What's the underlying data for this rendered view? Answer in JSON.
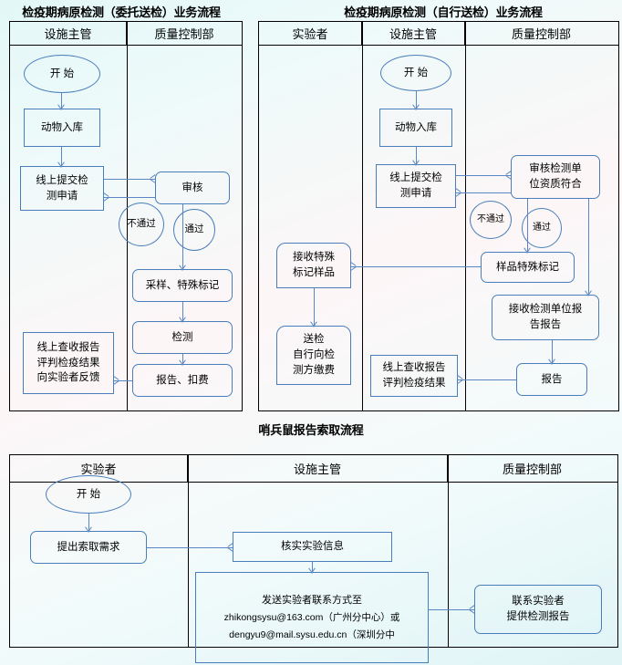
{
  "page": {
    "background_color": "#eaf7f7",
    "line_color": "#5a87c4",
    "node_border_color": "#4a7ebb",
    "table_border_color": "#000000"
  },
  "charts": [
    {
      "id": "quarantine-entrusted",
      "title": "检疫期病原检测（委托送检）业务流程",
      "lanes": [
        {
          "label": "设施主管"
        },
        {
          "label": "质量控制部"
        }
      ],
      "nodes": [
        {
          "id": "l-start",
          "label": "开 始",
          "shape": "ellipse",
          "lane": "设施主管"
        },
        {
          "id": "l-intake",
          "label": "动物入库",
          "shape": "rect",
          "lane": "设施主管"
        },
        {
          "id": "l-submit",
          "label": "线上提交检\n测申请",
          "shape": "rect",
          "lane": "设施主管"
        },
        {
          "id": "l-review",
          "label": "审核",
          "shape": "round",
          "lane": "质量控制部"
        },
        {
          "id": "l-fail",
          "label": "不通过",
          "shape": "ellipse",
          "lane": "质量控制部"
        },
        {
          "id": "l-pass",
          "label": "通过",
          "shape": "ellipse",
          "lane": "质量控制部"
        },
        {
          "id": "l-sample",
          "label": "采样、特殊标记",
          "shape": "round",
          "lane": "质量控制部"
        },
        {
          "id": "l-test",
          "label": "检测",
          "shape": "round",
          "lane": "质量控制部"
        },
        {
          "id": "l-reportfee",
          "label": "报告、扣费",
          "shape": "round",
          "lane": "质量控制部"
        },
        {
          "id": "l-receive",
          "label": "线上查收报告\n评判检疫结果\n向实验者反馈",
          "shape": "rect",
          "lane": "设施主管"
        }
      ]
    },
    {
      "id": "quarantine-self",
      "title": "检疫期病原检测（自行送检）业务流程",
      "lanes": [
        {
          "label": "实验者"
        },
        {
          "label": "设施主管"
        },
        {
          "label": "质量控制部"
        }
      ],
      "nodes": [
        {
          "id": "r-start",
          "label": "开 始",
          "shape": "ellipse",
          "lane": "设施主管"
        },
        {
          "id": "r-intake",
          "label": "动物入库",
          "shape": "rect",
          "lane": "设施主管"
        },
        {
          "id": "r-submit",
          "label": "线上提交检\n测申请",
          "shape": "rect",
          "lane": "设施主管"
        },
        {
          "id": "r-review",
          "label": "审核检测单\n位资质符合",
          "shape": "round",
          "lane": "质量控制部"
        },
        {
          "id": "r-fail",
          "label": "不通过",
          "shape": "ellipse",
          "lane": "质量控制部"
        },
        {
          "id": "r-pass",
          "label": "通过",
          "shape": "ellipse",
          "lane": "质量控制部"
        },
        {
          "id": "r-mark",
          "label": "样品特殊标记",
          "shape": "round",
          "lane": "质量控制部"
        },
        {
          "id": "r-recvmark",
          "label": "接收特殊\n标记样品",
          "shape": "doc",
          "lane": "实验者"
        },
        {
          "id": "r-send",
          "label": "送检\n自行向检\n测方缴费",
          "shape": "doc",
          "lane": "实验者"
        },
        {
          "id": "r-recvrep",
          "label": "接收检测单位报\n告报告",
          "shape": "round",
          "lane": "质量控制部"
        },
        {
          "id": "r-report",
          "label": "报告",
          "shape": "round",
          "lane": "质量控制部"
        },
        {
          "id": "r-online",
          "label": "线上查收报告\n评判检疫结果",
          "shape": "rect",
          "lane": "设施主管"
        }
      ]
    },
    {
      "id": "sentinel-report",
      "title": "哨兵鼠报告索取流程",
      "lanes": [
        {
          "label": "实验者"
        },
        {
          "label": "设施主管"
        },
        {
          "label": "质量控制部"
        }
      ],
      "nodes": [
        {
          "id": "b-start",
          "label": "开 始",
          "shape": "ellipse",
          "lane": "实验者"
        },
        {
          "id": "b-request",
          "label": "提出索取需求",
          "shape": "round",
          "lane": "实验者"
        },
        {
          "id": "b-verify",
          "label": "核实实验信息",
          "shape": "rect",
          "lane": "设施主管"
        },
        {
          "id": "b-send",
          "shape": "rect",
          "lane": "设施主管",
          "lines": [
            "发送实验者联系方式至",
            "zhikongsysu@163.com（广州分中心）或",
            "dengyu9@mail.sysu.edu.cn（深圳分中"
          ]
        },
        {
          "id": "b-contact",
          "label": "联系实验者\n提供检测报告",
          "shape": "round",
          "lane": "质量控制部"
        }
      ]
    }
  ],
  "labels": {
    "chart1": {
      "title": "检疫期病原检测（委托送检）业务流程",
      "lane1": "设施主管",
      "lane2": "质量控制部",
      "start": "开 始",
      "intake": "动物入库",
      "submit_1": "线上提交检",
      "submit_2": "测申请",
      "review": "审核",
      "fail": "不通过",
      "pass": "通过",
      "sample": "采样、特殊标记",
      "test": "检测",
      "report_fee": "报告、扣费",
      "receive_1": "线上查收报告",
      "receive_2": "评判检疫结果",
      "receive_3": "向实验者反馈"
    },
    "chart2": {
      "title": "检疫期病原检测（自行送检）业务流程",
      "lane1": "实验者",
      "lane2": "设施主管",
      "lane3": "质量控制部",
      "start": "开 始",
      "intake": "动物入库",
      "submit_1": "线上提交检",
      "submit_2": "测申请",
      "review_1": "审核检测单",
      "review_2": "位资质符合",
      "fail": "不通过",
      "pass": "通过",
      "mark": "样品特殊标记",
      "recvmark_1": "接收特殊",
      "recvmark_2": "标记样品",
      "send_1": "送检",
      "send_2": "自行向检",
      "send_3": "测方缴费",
      "recvrep_1": "接收检测单位报",
      "recvrep_2": "告报告",
      "report": "报告",
      "online_1": "线上查收报告",
      "online_2": "评判检疫结果"
    },
    "chart3": {
      "title": "哨兵鼠报告索取流程",
      "lane1": "实验者",
      "lane2": "设施主管",
      "lane3": "质量控制部",
      "start": "开 始",
      "request": "提出索取需求",
      "verify": "核实实验信息",
      "send_1": "发送实验者联系方式至",
      "send_2": "zhikongsysu@163.com（广州分中心）或",
      "send_3": "dengyu9@mail.sysu.edu.cn（深圳分中",
      "contact_1": "联系实验者",
      "contact_2": "提供检测报告"
    }
  }
}
